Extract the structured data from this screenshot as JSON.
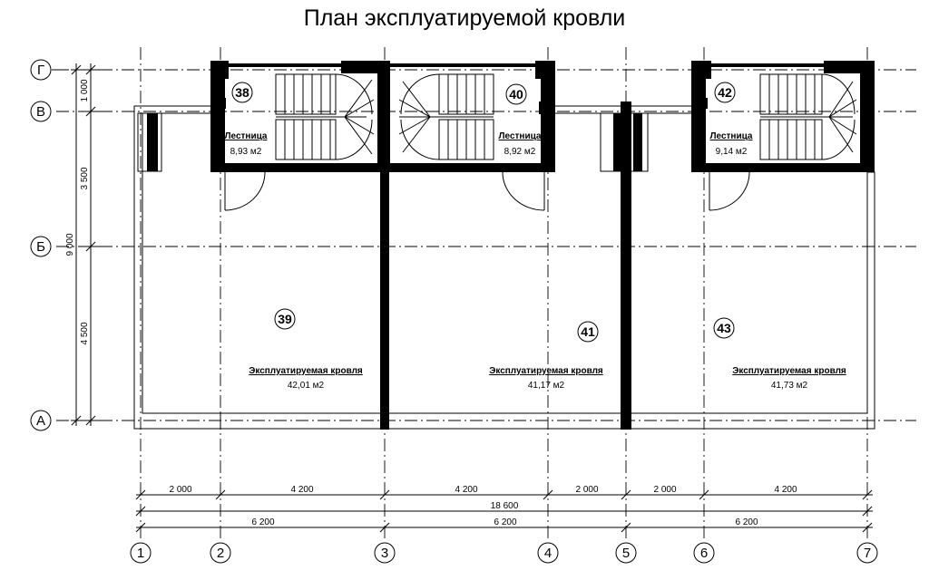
{
  "title": "План эксплуатируемой кровли",
  "axes_letter": [
    "Г",
    "В",
    "Б",
    "А"
  ],
  "axes_number": [
    "1",
    "2",
    "3",
    "4",
    "5",
    "6",
    "7"
  ],
  "vertical_dims": [
    "1 000",
    "3 500",
    "4 500"
  ],
  "vertical_total": "9 000",
  "dims_row1": [
    "2 000",
    "4 200",
    "4 200",
    "2 000",
    "2 000",
    "4 200"
  ],
  "dims_total": "18 600",
  "dims_row3": [
    "6 200",
    "6 200",
    "6 200"
  ],
  "rooms": [
    {
      "number": "38",
      "name": "Лестница",
      "area": "8,93 м2"
    },
    {
      "number": "39",
      "name": "Эксплуатируемая кровля",
      "area": "42,01 м2"
    },
    {
      "number": "40",
      "name": "Лестница",
      "area": "8,92 м2"
    },
    {
      "number": "41",
      "name": "Эксплуатируемая кровля",
      "area": "41,17 м2"
    },
    {
      "number": "42",
      "name": "Лестница",
      "area": "9,14 м2"
    },
    {
      "number": "43",
      "name": "Эксплуатируемая кровля",
      "area": "41,73 м2"
    }
  ]
}
